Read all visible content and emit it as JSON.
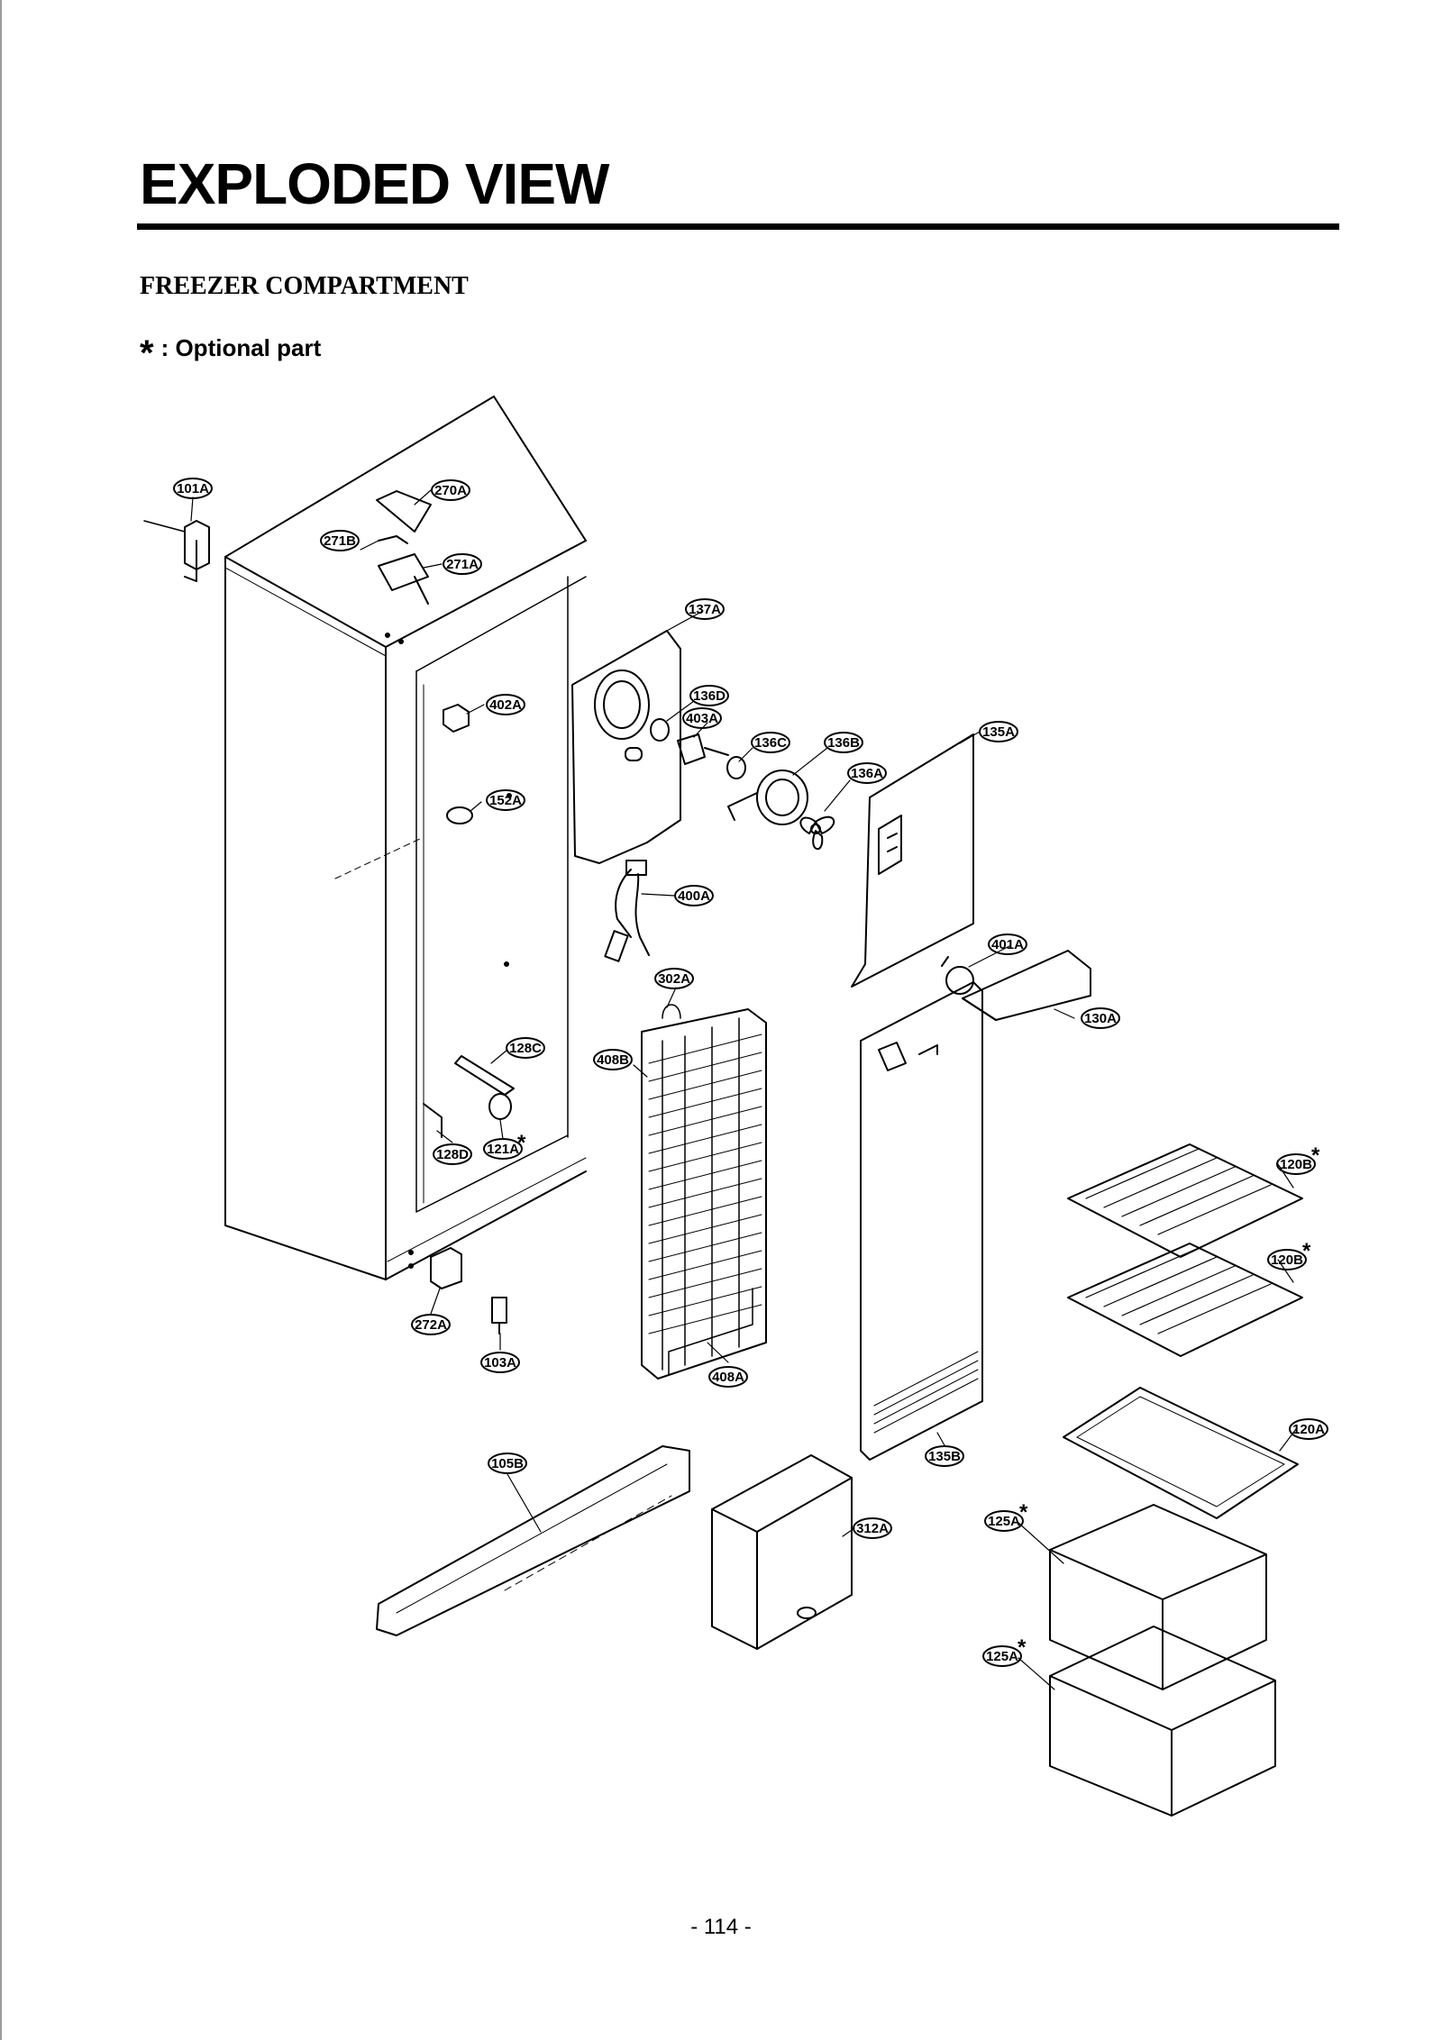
{
  "page": {
    "title": "EXPLODED VIEW",
    "section": "FREEZER COMPARTMENT",
    "optional_marker": "*",
    "optional_note": ": Optional part",
    "page_number": "- 114 -"
  },
  "callouts": {
    "c101A": "101A",
    "c270A": "270A",
    "c271B": "271B",
    "c271A": "271A",
    "c137A": "137A",
    "c402A": "402A",
    "c136D": "136D",
    "c403A": "403A",
    "c136C": "136C",
    "c136B": "136B",
    "c135A": "135A",
    "c136A": "136A",
    "c152A": "152A",
    "c400A": "400A",
    "c401A": "401A",
    "c302A": "302A",
    "c130A": "130A",
    "c128C": "128C",
    "c408B": "408B",
    "c128D": "128D",
    "c121A": "121A",
    "c120B_1": "120B",
    "c120B_2": "120B",
    "c272A": "272A",
    "c103A": "103A",
    "c408A": "408A",
    "c120A": "120A",
    "c105B": "105B",
    "c135B": "135B",
    "c312A": "312A",
    "c125A_1": "125A",
    "c125A_2": "125A"
  },
  "stars": {
    "s121A": "*",
    "s120B_1": "*",
    "s120B_2": "*",
    "s125A_1": "*",
    "s125A_2": "*"
  }
}
